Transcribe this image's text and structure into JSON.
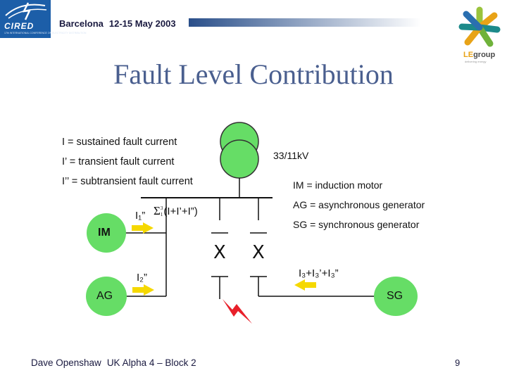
{
  "header": {
    "event": "Barcelona",
    "dates": "12-15 May 2003"
  },
  "logos": {
    "cired_name": "CIRED",
    "cired_sub": "17th INTERNATIONAL CONFERENCE ON ELECTRICITY DISTRIBUTION",
    "legroup_le": "LE",
    "legroup_group": "group",
    "legroup_slogan": "delivering energy",
    "colors": {
      "cired_blue": "#1c5ea8",
      "le_orange": "#e8a317"
    }
  },
  "title": "Fault Level Contribution",
  "definitions": {
    "sustained": "I = sustained fault current",
    "transient": "I’ = transient fault current",
    "subtransient": "I’’ = subtransient fault current"
  },
  "diagram": {
    "transformer_rating": "33/11kV",
    "legend_im": "IM = induction motor",
    "legend_ag": "AG = asynchronous generator",
    "legend_sg": "SG = synchronous generator",
    "im_label": "IM",
    "ag_label": "AG",
    "sg_label": "SG",
    "i1_label": "I₁”",
    "i2_label": "I₂”",
    "i3_label": "I₃+I₃’+I₃”",
    "sum_symbol": "Σ",
    "sum_upper": "3",
    "sum_lower": "1",
    "sum_expr": "(I+I’+I”)",
    "breaker_1": "X",
    "breaker_2": "X",
    "colors": {
      "green": "#66dd66",
      "arrow": "#f5d800",
      "fault": "#e8202a",
      "header_bar": "#2a4f8a"
    }
  },
  "footer": {
    "author": "Dave Openshaw",
    "project": "UK Alpha 4 – Block 2",
    "page": "9"
  }
}
